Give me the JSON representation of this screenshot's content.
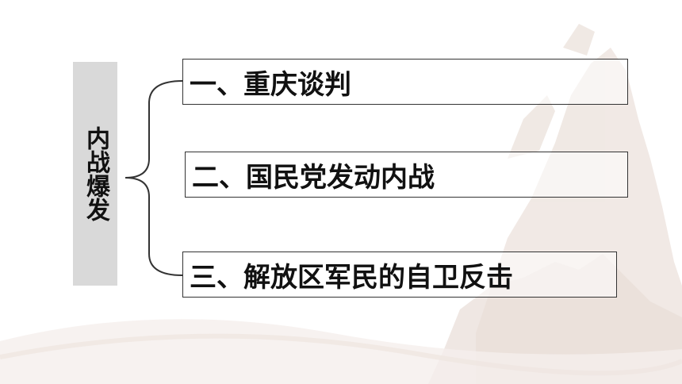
{
  "side": {
    "title": "内战爆发"
  },
  "items": [
    {
      "label": "一、重庆谈判"
    },
    {
      "label": "二、国民党发动内战"
    },
    {
      "label": "三、解放区军民的自卫反击"
    }
  ],
  "colors": {
    "side_box": "#d9d9d9",
    "border": "#333333",
    "text": "#111111",
    "watermark": "#eadfd8"
  }
}
